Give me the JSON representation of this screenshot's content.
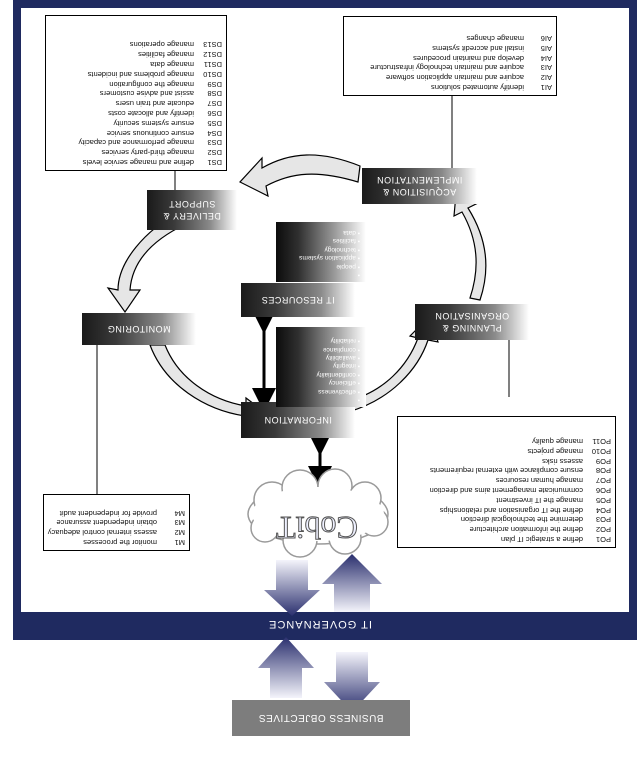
{
  "governance_label": "IT GOVERNANCE",
  "business_label": "BUSINESS OBJECTIVES",
  "cobit_label": "CobiT",
  "process_boxes": {
    "support": "DELIVERY & SUPPORT",
    "acquisition": "ACQUISITION & IMPLEMENTATION",
    "monitoring": "MONITORING",
    "planning": "PLANNING & ORGANISATION",
    "it_resources": "IT RESOURCES",
    "information": "INFORMATION"
  },
  "resources": [
    "people",
    "application systems",
    "technology",
    "facilities",
    "data"
  ],
  "criteria": [
    "effectiveness",
    "efficiency",
    "confidentiality",
    "integrity",
    "availability",
    "compliance",
    "reliability"
  ],
  "ds_list": [
    {
      "code": "DS1",
      "text": "define and manage service levels"
    },
    {
      "code": "DS2",
      "text": "manage third-party services"
    },
    {
      "code": "DS3",
      "text": "manage performance and capacity"
    },
    {
      "code": "DS4",
      "text": "ensure continuous service"
    },
    {
      "code": "DS5",
      "text": "ensure systems security"
    },
    {
      "code": "DS6",
      "text": "identify and allocate costs"
    },
    {
      "code": "DS7",
      "text": "educate and train users"
    },
    {
      "code": "DS8",
      "text": "assist and advise customers"
    },
    {
      "code": "DS9",
      "text": "manage the configuration"
    },
    {
      "code": "DS10",
      "text": "manage problems and incidents"
    },
    {
      "code": "DS11",
      "text": "manage data"
    },
    {
      "code": "DS12",
      "text": "manage facilities"
    },
    {
      "code": "DS13",
      "text": "manage operations"
    }
  ],
  "ai_list": [
    {
      "code": "AI1",
      "text": "identify automated solutions"
    },
    {
      "code": "AI2",
      "text": "acquire and maintain application software"
    },
    {
      "code": "AI3",
      "text": "acquire and maintain technology infrastructure"
    },
    {
      "code": "AI4",
      "text": "develop and maintain procedures"
    },
    {
      "code": "AI5",
      "text": "install and accredit systems"
    },
    {
      "code": "AI6",
      "text": "manage changes"
    }
  ],
  "m_list": [
    {
      "code": "M1",
      "text": "monitor the processes"
    },
    {
      "code": "M2",
      "text": "assess internal control adequacy"
    },
    {
      "code": "M3",
      "text": "obtain independent assurance"
    },
    {
      "code": "M4",
      "text": "provide for independent audit"
    }
  ],
  "po_list": [
    {
      "code": "PO1",
      "text": "define a strategic IT plan"
    },
    {
      "code": "PO2",
      "text": "define the information architecture"
    },
    {
      "code": "PO3",
      "text": "determine the technological direction"
    },
    {
      "code": "PO4",
      "text": "define the IT organisation and relationships"
    },
    {
      "code": "PO5",
      "text": "manage the IT investment"
    },
    {
      "code": "PO6",
      "text": "communicate management aims and direction"
    },
    {
      "code": "PO7",
      "text": "manage human resources"
    },
    {
      "code": "PO8",
      "text": "ensure compliance with external requirements"
    },
    {
      "code": "PO9",
      "text": "assess risks"
    },
    {
      "code": "PO10",
      "text": "manage projects"
    },
    {
      "code": "PO11",
      "text": "manage quality"
    }
  ]
}
